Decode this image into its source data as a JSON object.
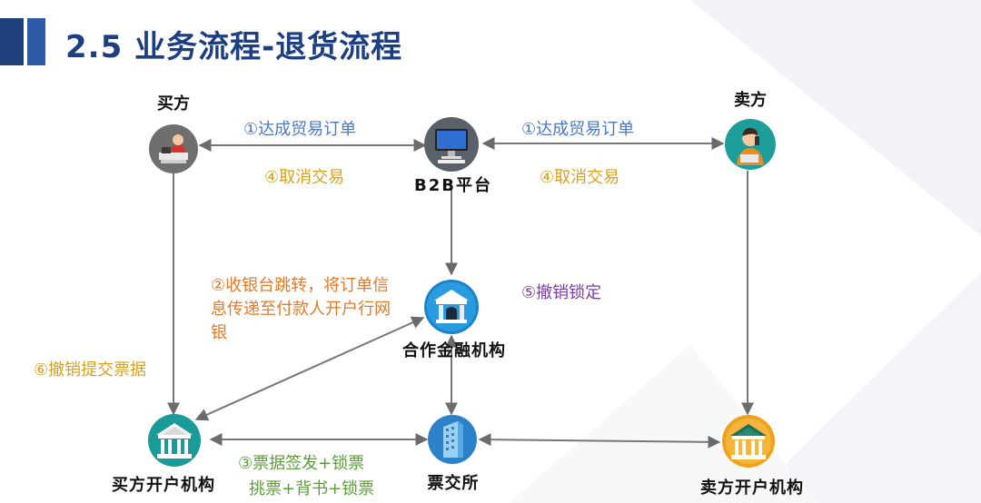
{
  "title": "2.5 业务流程-退货流程",
  "nodes": {
    "buyer": "买方",
    "seller": "卖方",
    "platform": "B2B平台",
    "finance": "合作金融机构",
    "buyer_bank": "买方开户机构",
    "exchange": "票交所",
    "seller_bank": "卖方开户机构"
  },
  "edges": {
    "step1_left": "①达成贸易订单",
    "step1_right": "①达成贸易订单",
    "step4_left": "④取消交易",
    "step4_right": "④取消交易",
    "step2_line1": "②收银台跳转，将订单信",
    "step2_line2": "息传递至付款人开户行网",
    "step2_line3": "银",
    "step5": "⑤撤销锁定",
    "step6": "⑥撤销提交票据",
    "step3_line1": "③票据签发+锁票",
    "step3_line2": "挑票+背书+锁票"
  },
  "colors": {
    "title": "#1d3e80",
    "step_blue": "#4a78c2",
    "step_gold": "#d9a11b",
    "step_orange": "#e07b2c",
    "step_purple": "#7a3fa3",
    "step_green": "#5d9d3a"
  },
  "icons": {
    "buyer": "cashier-person-icon",
    "seller": "phone-person-icon",
    "platform": "computer-monitor-icon",
    "finance": "bank-building-icon",
    "buyer_bank": "bank-building-icon",
    "exchange": "office-building-icon",
    "seller_bank": "bank-building-icon"
  }
}
